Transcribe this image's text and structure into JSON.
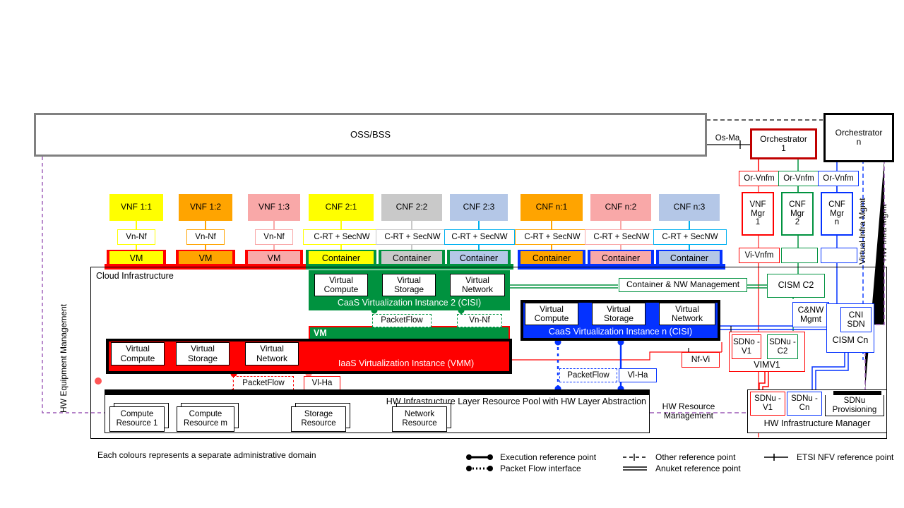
{
  "colors": {
    "yellow": "#FFFF00",
    "orange": "#FFA400",
    "pink": "#F9A8A8",
    "gray": "#C9C9C9",
    "lightblue": "#B4C7E7",
    "red": "#FF0000",
    "darkred": "#C00000",
    "green": "#00923F",
    "blue": "#0432FF",
    "purple": "#9B59B6",
    "black": "#000000",
    "ossborder": "#808080"
  },
  "oss": {
    "label": "OSS/BSS"
  },
  "orchestrators": [
    {
      "name": "orchestrator-1",
      "line1": "Orchestrator",
      "line2": "1",
      "color": "#C00000"
    },
    {
      "name": "orchestrator-n",
      "line1": "Orchestrator",
      "line2": "n",
      "color": "#000000"
    }
  ],
  "os_ma": {
    "label": "Os-Ma"
  },
  "or_vnfm": [
    {
      "label": "Or-Vnfm",
      "color": "#FF0000"
    },
    {
      "label": "Or-Vnfm",
      "color": "#00923F"
    },
    {
      "label": "Or-Vnfm",
      "color": "#0432FF"
    }
  ],
  "managers": [
    {
      "l1": "VNF",
      "l2": "Mgr",
      "l3": "1",
      "color": "#FF0000"
    },
    {
      "l1": "CNF",
      "l2": "Mgr",
      "l3": "2",
      "color": "#00923F"
    },
    {
      "l1": "CNF",
      "l2": "Mgr",
      "l3": "n",
      "color": "#0432FF"
    }
  ],
  "vi_vnfm": [
    {
      "label": "Vi-Vnfm",
      "color": "#FF0000"
    },
    {
      "label": "",
      "color": "#00923F"
    },
    {
      "label": "",
      "color": "#0432FF"
    }
  ],
  "vertical_labels": {
    "hw_equipment_management": "HW Equipment Management",
    "virtual_infra_mgmt": "Virtual Infra Mgmt",
    "hw_infra_mgmt": "HW Infra Mgmt"
  },
  "functions": [
    {
      "name": "vnf-1-1",
      "label": "VNF 1:1",
      "fill": "#FFFF00",
      "rp": "Vn-Nf",
      "runtime": "VM",
      "rt_fill": "#FFFF00",
      "rt_edge": "#FF0000",
      "line": "#FFFF00"
    },
    {
      "name": "vnf-1-2",
      "label": "VNF 1:2",
      "fill": "#FFA400",
      "rp": "Vn-Nf",
      "runtime": "VM",
      "rt_fill": "#FFA400",
      "rt_edge": "#FF0000",
      "line": "#FFA400"
    },
    {
      "name": "vnf-1-3",
      "label": "VNF 1:3",
      "fill": "#F9A8A8",
      "rp": "Vn-Nf",
      "runtime": "VM",
      "rt_fill": "#F9A8A8",
      "rt_edge": "#FF0000",
      "line": "#F9A8A8"
    },
    {
      "name": "cnf-2-1",
      "label": "CNF 2:1",
      "fill": "#FFFF00",
      "rp": "C-RT + SecNW",
      "runtime": "Container",
      "rt_fill": "#FFFF00",
      "rt_edge": "#00923F",
      "line": "#FFFF00"
    },
    {
      "name": "cnf-2-2",
      "label": "CNF 2:2",
      "fill": "#C9C9C9",
      "rp": "C-RT + SecNW",
      "runtime": "Container",
      "rt_fill": "#C9C9C9",
      "rt_edge": "#00923F",
      "line": "#C9C9C9"
    },
    {
      "name": "cnf-2-3",
      "label": "CNF 2:3",
      "fill": "#B4C7E7",
      "rp": "C-RT + SecNW",
      "runtime": "Container",
      "rt_fill": "#B4C7E7",
      "rt_edge": "#00923F",
      "line": "#00B0F0"
    },
    {
      "name": "cnf-n-1",
      "label": "CNF n:1",
      "fill": "#FFA400",
      "rp": "C-RT + SecNW",
      "runtime": "Container",
      "rt_fill": "#FFA400",
      "rt_edge": "#0432FF",
      "line": "#FFA400"
    },
    {
      "name": "cnf-n-2",
      "label": "CNF n:2",
      "fill": "#F9A8A8",
      "rp": "C-RT + SecNW",
      "runtime": "Container",
      "rt_fill": "#F9A8A8",
      "rt_edge": "#0432FF",
      "line": "#F9A8A8"
    },
    {
      "name": "cnf-n-3",
      "label": "CNF n:3",
      "fill": "#B4C7E7",
      "rp": "C-RT + SecNW",
      "runtime": "Container",
      "rt_fill": "#B4C7E7",
      "rt_edge": "#0432FF",
      "line": "#00B0F0"
    }
  ],
  "cloud_infrastructure": {
    "label": "Cloud Infrastructure"
  },
  "cisi2": {
    "title": "CaaS Virtualization Instance 2 (CISI)",
    "resources": [
      "Virtual Compute",
      "Virtual Storage",
      "Virtual Network"
    ],
    "vm_label": "VM",
    "packetflow": "PacketFlow",
    "vn_nf": "Vn-Nf"
  },
  "cisin": {
    "title": "CaaS Virtualization Instance n (CISI)",
    "resources": [
      "Virtual Compute",
      "Virtual Storage",
      "Virtual Network"
    ],
    "packetflow": "PacketFlow",
    "vi_ha": "Vl-Ha"
  },
  "vmm": {
    "title": "IaaS Virtualization Instance (VMM)",
    "resources": [
      "Virtual Compute",
      "Virtual Storage",
      "Virtual Network"
    ],
    "packetflow": "PacketFlow",
    "vi_ha": "Vl-Ha"
  },
  "hw_pool": {
    "title": "HW Infrastructure Layer Resource Pool with HW Layer Abstraction",
    "resources": [
      "Compute Resource 1",
      "Compute Resource m",
      "Storage Resource",
      "Network Resource"
    ]
  },
  "management": {
    "container_nw_management": "Container & NW Management",
    "cism_c2": "CISM C2",
    "cism_cn": "CISM Cn",
    "cni_sdn": "CNI SDN",
    "cnw_mgmt": "C&NW Mgmt",
    "sdno_v1": "SDNo -V1",
    "sdnu_c2": "SDNu -C2",
    "vimv1": "VIMV1",
    "nf_vi": "Nf-Vi",
    "hw_infrastructure_manager": "HW Infrastructure Manager",
    "sdnu_v1": "SDNu -V1",
    "sdnu_cn": "SDNu -Cn",
    "sdnu_provisioning": "SDNu Provisioning",
    "hw_resource_management": "HW Resource Management"
  },
  "footnote": "Each colours represents a separate administrative domain",
  "legend": [
    {
      "name": "execution-reference-point",
      "label": "Execution reference point",
      "style": "solid-dots"
    },
    {
      "name": "packet-flow-interface",
      "label": "Packet Flow interface",
      "style": "dotted-dots"
    },
    {
      "name": "other-reference-point",
      "label": "Other reference point",
      "style": "dash-tick"
    },
    {
      "name": "anuket-reference-point",
      "label": "Anuket reference point",
      "style": "double-line"
    },
    {
      "name": "etsi-nfv-reference-point",
      "label": "ETSI NFV reference point",
      "style": "line-tick"
    }
  ]
}
